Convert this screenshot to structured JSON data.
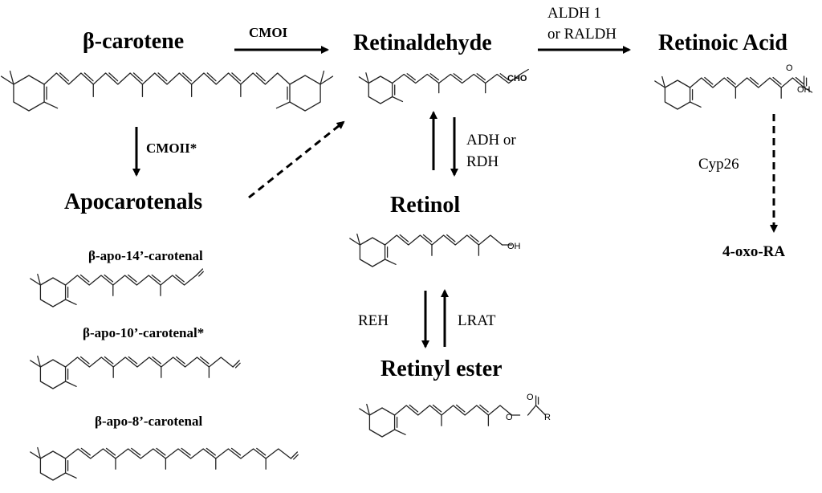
{
  "compounds": {
    "beta_carotene": "β-carotene",
    "retinaldehyde": "Retinaldehyde",
    "retinoic_acid": "Retinoic Acid",
    "apocarotenals": "Apocarotenals",
    "retinol": "Retinol",
    "retinyl_ester": "Retinyl ester",
    "oxo_ra": "4-oxo-RA",
    "apo14": "β-apo-14’-carotenal",
    "apo10": "β-apo-10’-carotenal*",
    "apo8": "β-apo-8’-carotenal"
  },
  "enzymes": {
    "cmoi": "CMOI",
    "cmoii": "CMOII*",
    "aldh_line1": "ALDH 1",
    "aldh_line2": "or RALDH",
    "adh_line1": "ADH or",
    "adh_line2": "RDH",
    "reh": "REH",
    "lrat": "LRAT",
    "cyp26": "Cyp26"
  },
  "groups": {
    "cho": "CHO",
    "cooh_o": "O",
    "cooh_oh": "OH",
    "retinol_oh": "OH",
    "ester_o": "O",
    "ester_carbonyl_o": "O",
    "ester_r": "R"
  }
}
